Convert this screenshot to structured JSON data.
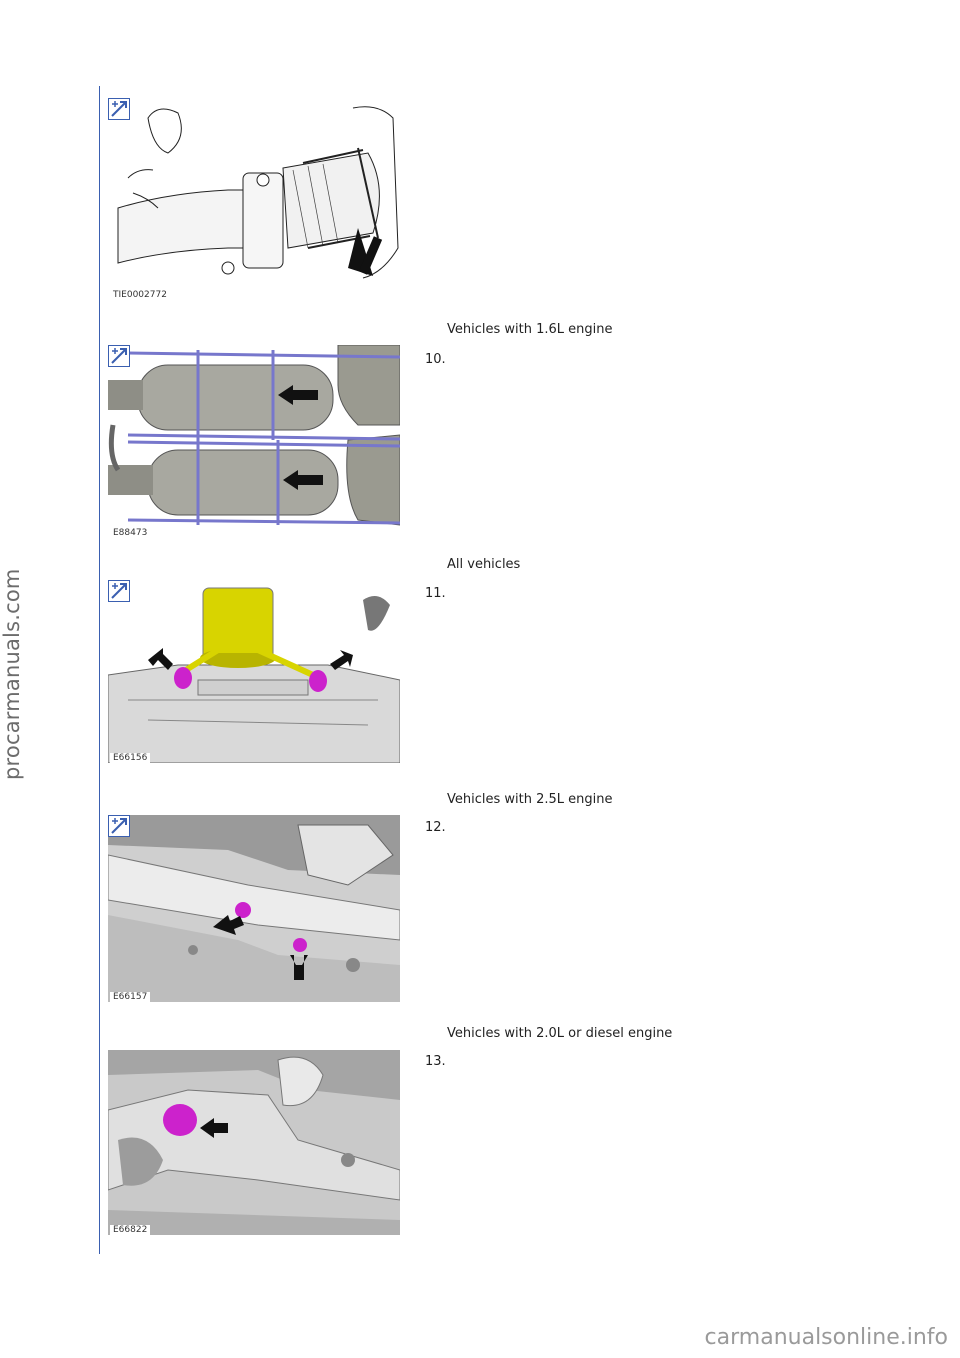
{
  "watermarks": {
    "side": "procarmanuals.com",
    "bottom": "carmanualsonline.info"
  },
  "figures": [
    {
      "code": "TIE0002772"
    },
    {
      "code": "E88473"
    },
    {
      "code": "E66156"
    },
    {
      "code": "E66157"
    },
    {
      "code": "E66822"
    }
  ],
  "captions": [
    "Vehicles with 1.6L engine",
    "All vehicles",
    "Vehicles with 2.5L engine",
    "Vehicles with 2.0L or diesel engine"
  ],
  "steps": [
    "10.",
    "11.",
    "12.",
    "13."
  ],
  "colors": {
    "rule": "#3a5fb0",
    "highlight_purple": "#cc22cc",
    "highlight_yellow": "#d8d400",
    "band_blue": "#7777cc"
  },
  "icons": [
    "zoom-icon",
    "arrow-icon"
  ]
}
